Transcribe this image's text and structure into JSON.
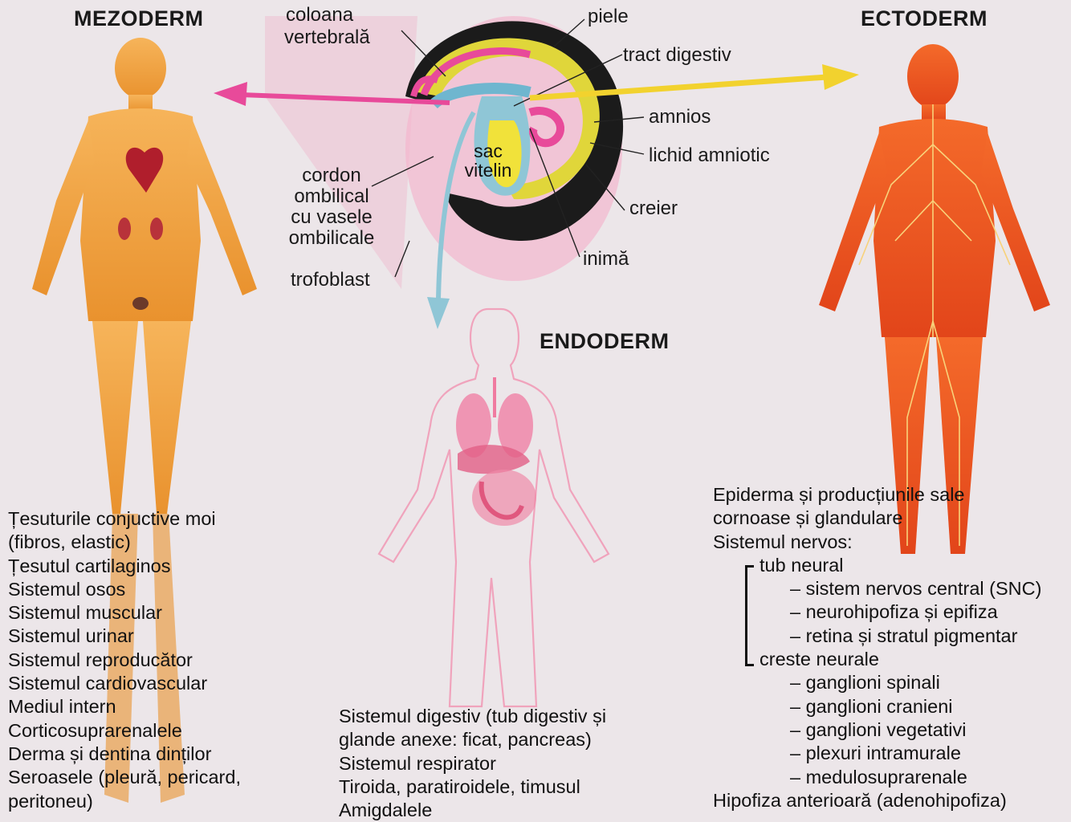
{
  "titles": {
    "mezoderm": "MEZODERM",
    "ectoderm": "ECTODERM",
    "endoderm": "ENDODERM"
  },
  "embryo_labels": {
    "coloana": "coloana",
    "vertebrala": "vertebrală",
    "piele": "piele",
    "tract_digestiv": "tract digestiv",
    "amnios": "amnios",
    "lichid_amniotic": "lichid amniotic",
    "creier": "creier",
    "inima": "inimă",
    "sac": "sac",
    "vitelin": "vitelin",
    "cordon_1": "cordon",
    "cordon_2": "ombilical",
    "cordon_3": "cu vasele",
    "cordon_4": "ombilicale",
    "trofoblast": "trofoblast"
  },
  "mezoderm_list": [
    "Țesuturile conjuctive moi",
    "(fibros, elastic)",
    "Țesutul cartilaginos",
    "Sistemul osos",
    "Sistemul muscular",
    "Sistemul urinar",
    "Sistemul reproducător",
    "Sistemul cardiovascular",
    "Mediul intern",
    "Corticosuprarenalele",
    "Derma și dentina dinților",
    "Seroasele (pleură, pericard,",
    "peritoneu)"
  ],
  "endoderm_list": [
    "Sistemul digestiv (tub digestiv și",
    "glande anexe: ficat, pancreas)",
    "Sistemul respirator",
    "Tiroida, paratiroidele, timusul",
    "Amigdalele"
  ],
  "ectoderm_list": {
    "l1": "Epiderma și producțiunile sale",
    "l2": "cornoase și glandulare",
    "l3": "Sistemul nervos:",
    "l4": "tub neural",
    "l5": "– sistem nervos central (SNC)",
    "l6": "– neurohipofiza și epifiza",
    "l7": "– retina și stratul pigmentar",
    "l8": "creste neurale",
    "l9": "– ganglioni spinali",
    "l10": "– ganglioni cranieni",
    "l11": "– ganglioni vegetativi",
    "l12": "– plexuri intramurale",
    "l13": "– medulosuprarenale",
    "l14": "Hipofiza anterioară (adenohipofiza)"
  },
  "colors": {
    "mezoderm_arrow": "#e84a9a",
    "ectoderm_arrow": "#f2d22e",
    "endoderm_arrow": "#8fc6d6",
    "mezoderm_body": "#f2a23a",
    "ectoderm_body": "#ef5a1e",
    "endoderm_outline": "#f0a3bc"
  }
}
